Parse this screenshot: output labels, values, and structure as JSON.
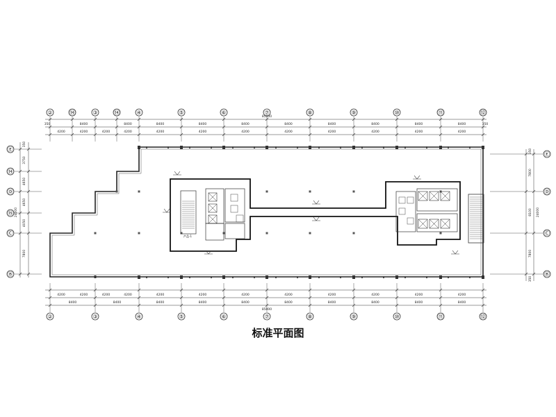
{
  "caption": "标准平面图",
  "top_axes": [
    "②",
    "⑭",
    "③",
    "⑭",
    "④",
    "⑤",
    "⑥",
    "⑦",
    "⑧",
    "⑨",
    "⑩",
    "⑪",
    "⑫"
  ],
  "bottom_axes": [
    "②",
    "③",
    "④",
    "⑤",
    "⑥",
    "⑦",
    "⑧",
    "⑨",
    "⑩",
    "⑪",
    "⑫"
  ],
  "left_axes": [
    "Ⓔ",
    "⑭",
    "Ⓓ",
    "⑮",
    "Ⓒ",
    "Ⓑ"
  ],
  "right_axes": [
    "Ⓔ",
    "Ⓓ",
    "Ⓒ",
    "Ⓑ"
  ],
  "top_spans_8400": [
    "8400",
    "8400",
    "8400",
    "8400",
    "8400",
    "8400",
    "8400",
    "8400",
    "8400",
    "8400"
  ],
  "top_spans_4200": [
    "4200",
    "4200",
    "4200",
    "4200",
    "4200",
    "4200",
    "4200",
    "4200",
    "4200",
    "4200",
    "4200",
    "4200",
    "4200",
    "4200",
    "4200",
    "4200",
    "4200",
    "4200",
    "4200",
    "4200"
  ],
  "total_dim": "85000",
  "small_dim": "350",
  "left_dims": [
    "3750",
    "4650",
    "4650",
    "4050",
    "7800"
  ],
  "right_dims": [
    "7800",
    "8100",
    "7800"
  ],
  "right_total": "24000",
  "core_label": "产品-1"
}
